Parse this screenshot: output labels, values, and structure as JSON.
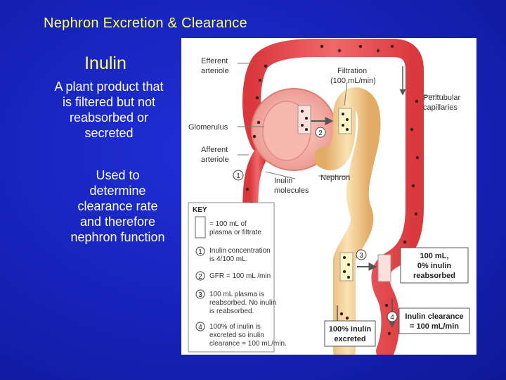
{
  "slide": {
    "title": "Nephron Excretion & Clearance",
    "heading": "Inulin",
    "para1": [
      "A plant product that",
      "is filtered but not",
      "reabsorbed or",
      "secreted"
    ],
    "para2": [
      "Used to",
      "determine",
      "clearance rate",
      "and therefore",
      "nephron function"
    ]
  },
  "diagram": {
    "labels": {
      "efferent_1": "Efferent",
      "efferent_2": "arteriole",
      "filtration_1": "Filtration",
      "filtration_2": "(100 mL/min)",
      "peritubular_1": "Peritubular",
      "peritubular_2": "capillaries",
      "glomerulus": "Glomerulus",
      "afferent_1": "Afferent",
      "afferent_2": "arteriole",
      "nephron": "Nephron",
      "inulin_1": "Inulin",
      "inulin_2": "molecules"
    },
    "key": {
      "title": "KEY",
      "items": [
        {
          "marker": "",
          "lines": [
            "= 100 mL of",
            "plasma or filtrate"
          ]
        },
        {
          "marker": "1",
          "lines": [
            "Inulin concentration",
            "is 4/100 mL."
          ]
        },
        {
          "marker": "2",
          "lines": [
            "GFR = 100 mL /min"
          ]
        },
        {
          "marker": "3",
          "lines": [
            "100 mL plasma is",
            "reabsorbed. No inulin",
            "is reabsorbed."
          ]
        },
        {
          "marker": "4",
          "lines": [
            "100% of inulin is",
            "excreted so inulin",
            "clearance = 100 mL/min."
          ]
        }
      ]
    },
    "markers": [
      "1",
      "2",
      "3",
      "4"
    ],
    "boxes": {
      "reabsorbed": [
        "100 mL,",
        "0% inulin",
        "reabsorbed"
      ],
      "clearance": [
        "Inulin clearance",
        "= 100 mL/min"
      ],
      "excreted": [
        "100% inulin",
        "excreted"
      ]
    },
    "colors": {
      "vessel": "#e8474b",
      "vessel_light": "#f7a39b",
      "tubule": "#f3c98a",
      "tubule_edge": "#d9a25c",
      "dot": "#3a1a12",
      "capsule": "#f2a8a0"
    }
  }
}
